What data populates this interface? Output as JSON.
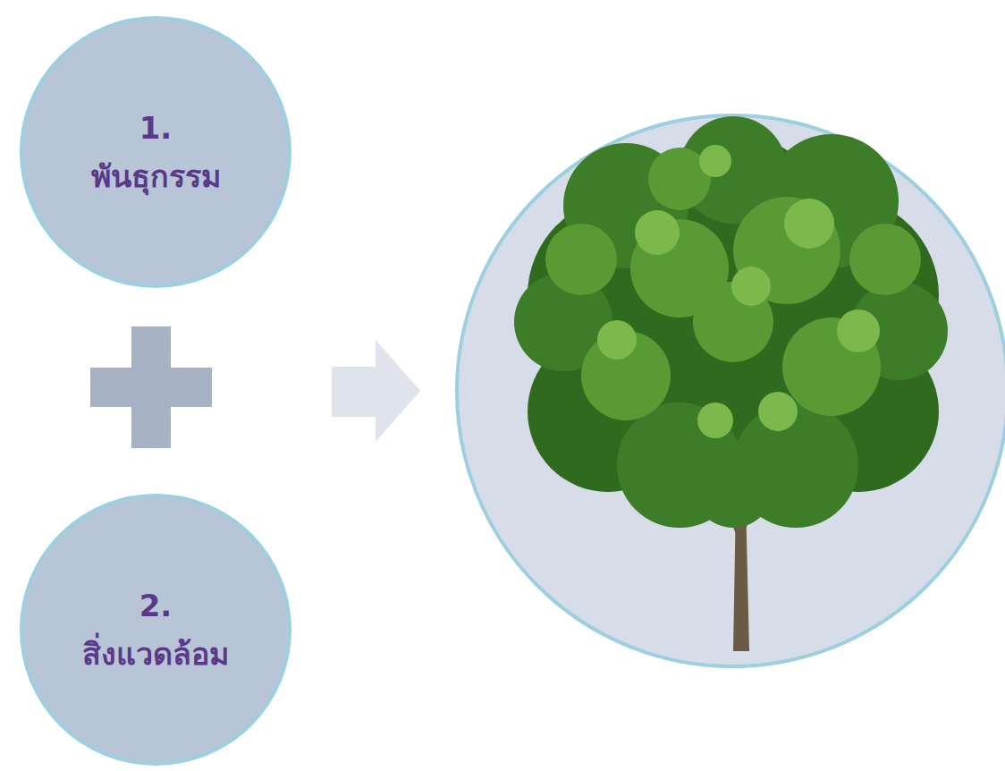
{
  "diagram": {
    "nodes": [
      {
        "text": [
          "1.",
          "พันธุกรรม"
        ]
      },
      {
        "text": [
          "2.",
          "สิ่งแวดล้อม"
        ]
      }
    ]
  }
}
